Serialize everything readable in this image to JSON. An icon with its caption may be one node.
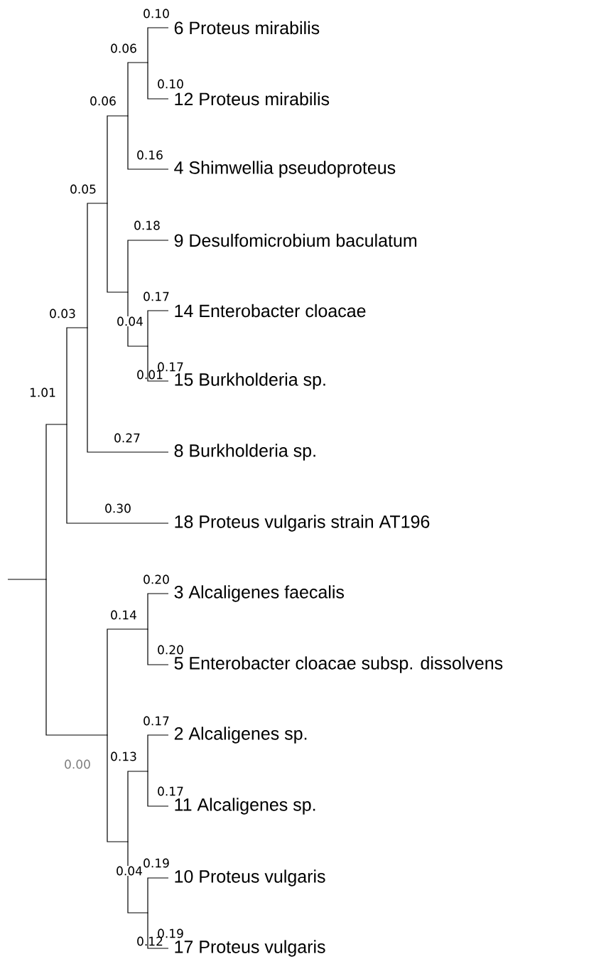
{
  "diagram": {
    "nodes": [
      {
        "text": [],
        "shape": "point"
      },
      {
        "text": [],
        "shape": "point"
      },
      {
        "text": [],
        "shape": "point"
      },
      {
        "text": [],
        "shape": "point"
      },
      {
        "text": [],
        "shape": "point"
      },
      {
        "text": [],
        "shape": "point"
      },
      {
        "text": [
          "6 Proteus mirabilis"
        ]
      },
      {
        "text": [
          "12 Proteus mirabilis"
        ]
      },
      {
        "text": [
          "4 Shimwellia pseudoproteus"
        ]
      },
      {
        "text": [],
        "shape": "point"
      },
      {
        "text": [
          "9 Desulfomicrobium baculatum"
        ]
      },
      {
        "text": [],
        "shape": "point"
      },
      {
        "text": [
          "14 Enterobacter cloacae"
        ]
      },
      {
        "text": [
          "15 Burkholderia sp."
        ]
      },
      {
        "text": [
          "8 Burkholderia sp."
        ]
      },
      {
        "text": [
          "18 Proteus vulgaris strain AT196"
        ]
      },
      {
        "text": [],
        "shape": "point"
      },
      {
        "text": [],
        "shape": "point"
      },
      {
        "text": [
          "3 Alcaligenes faecalis"
        ]
      },
      {
        "text": [
          "5 Enterobacter cloacae subsp. dissolvens"
        ]
      },
      {
        "text": [],
        "shape": "point"
      },
      {
        "text": [],
        "shape": "point"
      },
      {
        "text": [
          "2 Alcaligenes sp."
        ]
      },
      {
        "text": [
          "11 Alcaligenes sp."
        ]
      },
      {
        "text": [],
        "shape": "point"
      },
      {
        "text": [
          "10 Proteus vulgaris"
        ]
      },
      {
        "text": [
          "17 Proteus vulgaris"
        ]
      }
    ],
    "edges": [
      {
        "from": null,
        "to": 0,
        "arrow": "none"
      },
      {
        "from": 0,
        "to": 1,
        "arrow": "none",
        "label": "1.01"
      },
      {
        "from": 1,
        "to": 2,
        "arrow": "none",
        "label": "0.03"
      },
      {
        "from": 2,
        "to": 3,
        "arrow": "none",
        "label": "0.05"
      },
      {
        "from": 3,
        "to": 4,
        "arrow": "none",
        "label": "0.06"
      },
      {
        "from": 4,
        "to": 5,
        "arrow": "none",
        "label": "0.06"
      },
      {
        "from": 5,
        "to": 6,
        "arrow": "none",
        "label": "0.10"
      },
      {
        "from": 5,
        "to": 7,
        "arrow": "none",
        "label": "0.10"
      },
      {
        "from": 4,
        "to": 8,
        "arrow": "none",
        "label": "0.16"
      },
      {
        "from": 3,
        "to": 9,
        "arrow": "none"
      },
      {
        "from": 9,
        "to": 10,
        "arrow": "none",
        "label": "0.18"
      },
      {
        "from": 9,
        "to": 11,
        "arrow": "none",
        "label": "0.04"
      },
      {
        "from": 11,
        "to": 12,
        "arrow": "none",
        "label": "0.17"
      },
      {
        "from": 11,
        "to": 13,
        "arrow": "none",
        "label": "0.17"
      },
      {
        "from": 2,
        "to": 14,
        "arrow": "none",
        "label": "0.27"
      },
      {
        "from": 1,
        "to": 15,
        "arrow": "none",
        "label": "0.30"
      },
      {
        "from": 0,
        "to": 16,
        "arrow": "none",
        "label": "0.00"
      },
      {
        "from": 16,
        "to": 17,
        "arrow": "none",
        "label": "0.14"
      },
      {
        "from": 17,
        "to": 18,
        "arrow": "none",
        "label": "0.20"
      },
      {
        "from": 17,
        "to": 19,
        "arrow": "none",
        "label": "0.20"
      },
      {
        "from": 16,
        "to": 20,
        "arrow": "none"
      },
      {
        "from": 20,
        "to": 21,
        "arrow": "none",
        "label": "0.13"
      },
      {
        "from": 21,
        "to": 22,
        "arrow": "none",
        "label": "0.17"
      },
      {
        "from": 21,
        "to": 23,
        "arrow": "none",
        "label": "0.17"
      },
      {
        "from": 20,
        "to": 24,
        "arrow": "none",
        "label": "0.04"
      },
      {
        "from": 24,
        "to": 25,
        "arrow": "none",
        "label": "0.19"
      },
      {
        "from": 24,
        "to": 26,
        "arrow": "none",
        "label": "0.19"
      }
    ],
    "labels": [
      "0.01",
      "0.12"
    ]
  }
}
